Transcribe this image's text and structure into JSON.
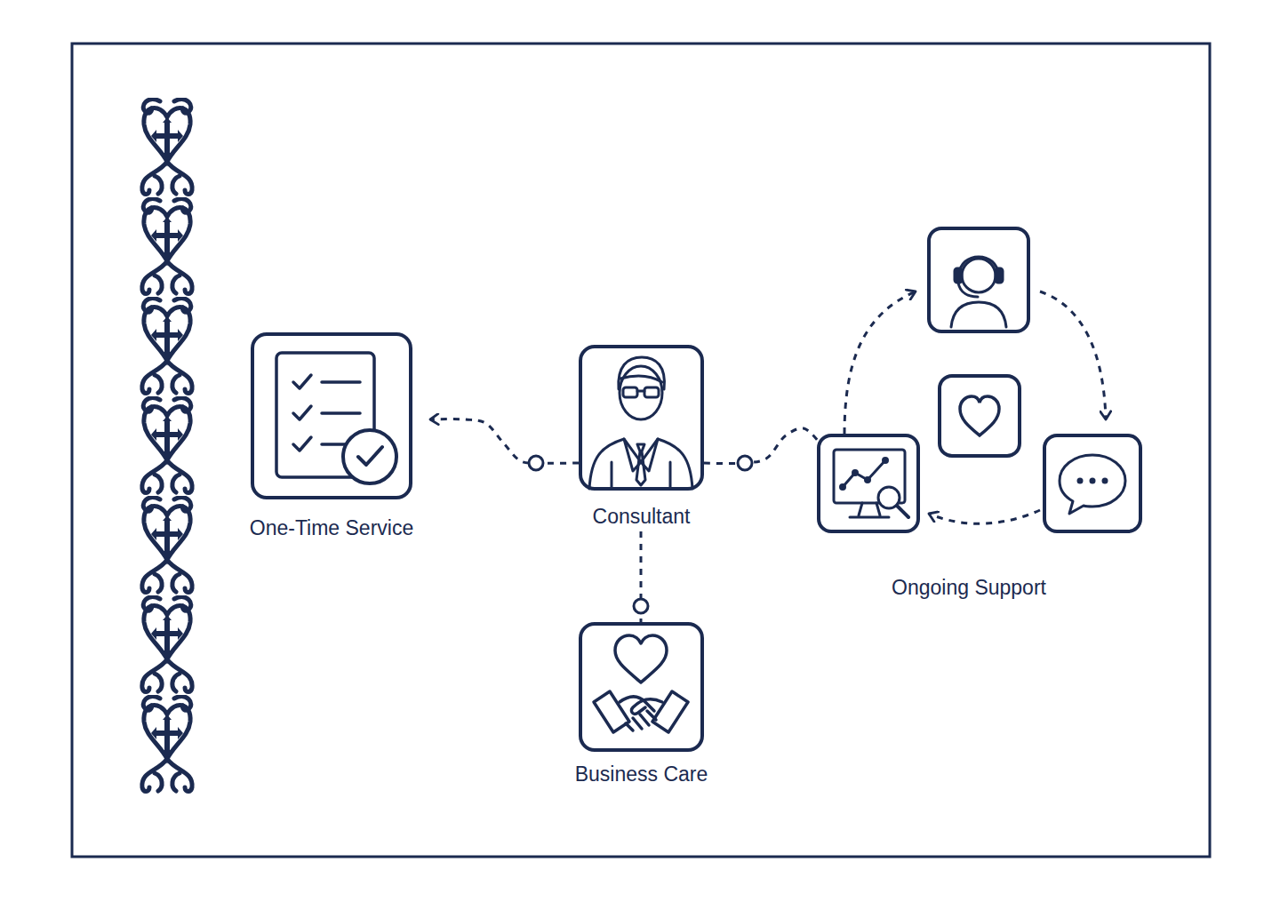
{
  "diagram": {
    "nodes": [
      {
        "text": [
          "One-Time Service"
        ]
      },
      {
        "text": [
          "Consultant"
        ]
      },
      {
        "text": [
          "Ongoing Support"
        ]
      },
      {
        "text": [
          "Business Care"
        ]
      }
    ],
    "edges": [
      {
        "from": 1,
        "to": 0,
        "arrow": "to"
      },
      {
        "from": 1,
        "to": 3,
        "arrow": "none"
      },
      {
        "from": 1,
        "to": 2,
        "arrow": "none"
      }
    ]
  }
}
